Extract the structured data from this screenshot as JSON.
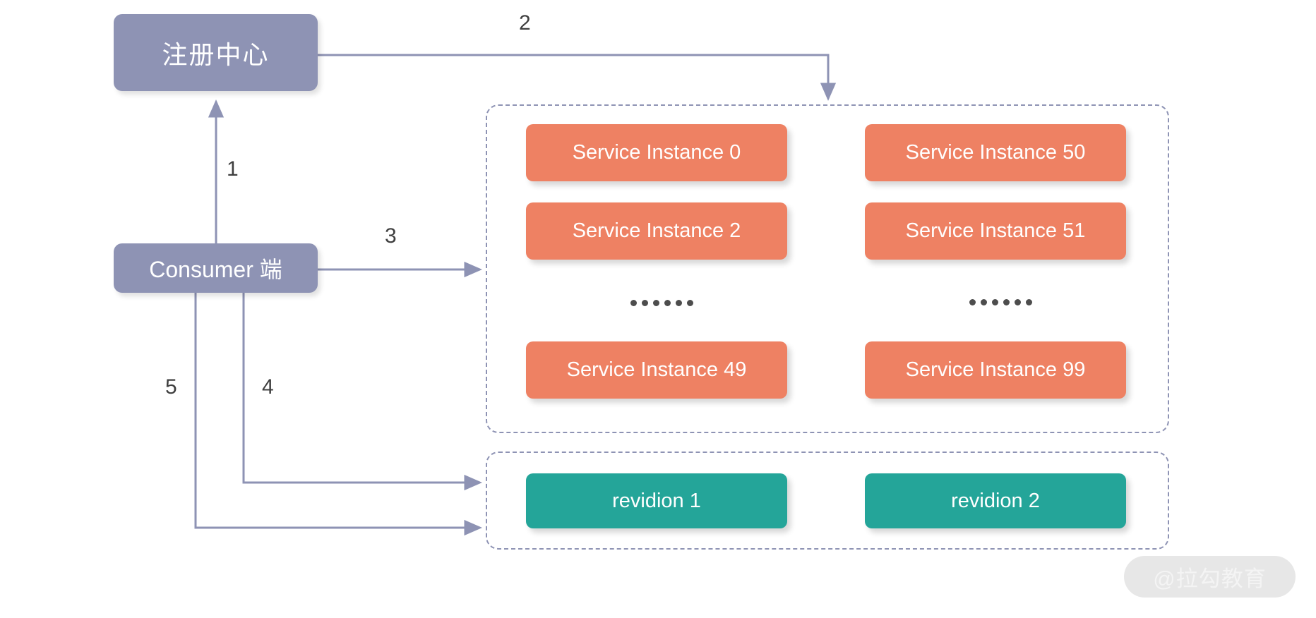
{
  "diagram": {
    "title": "Dubbo service discovery with registry, consumer, service instances and revisions",
    "colors": {
      "node": "#8e93b4",
      "instance": "#ee8163",
      "revision": "#24a599",
      "edge": "#8e93b4",
      "label": "#3f3f3f",
      "background": "#ffffff",
      "dot": "#4d4d4d",
      "watermark_pill": "#e7e7e7",
      "watermark_text": "#f4f4f4"
    }
  },
  "nodes": {
    "registry": {
      "label": "注册中心"
    },
    "consumer": {
      "label": "Consumer 端"
    }
  },
  "groups": {
    "instances": {
      "name": "service-instances-group",
      "columns": [
        {
          "name": "left-column",
          "items": [
            {
              "label": "Service Instance 0"
            },
            {
              "label": "Service Instance 2"
            }
          ],
          "ellipsis": "......",
          "tail": {
            "label": "Service Instance 49"
          }
        },
        {
          "name": "right-column",
          "items": [
            {
              "label": "Service Instance 50"
            },
            {
              "label": "Service Instance 51"
            }
          ],
          "ellipsis": "......",
          "tail": {
            "label": "Service Instance 99"
          }
        }
      ]
    },
    "revisions": {
      "name": "revisions-group",
      "items": [
        {
          "label": "revidion 1"
        },
        {
          "label": "revidion 2"
        }
      ]
    }
  },
  "edges": [
    {
      "id": "edge-1",
      "label": "1",
      "from": "consumer",
      "to": "registry"
    },
    {
      "id": "edge-2",
      "label": "2",
      "from": "registry",
      "to": "instances-group"
    },
    {
      "id": "edge-3",
      "label": "3",
      "from": "consumer",
      "to": "instances-group"
    },
    {
      "id": "edge-4",
      "label": "4",
      "from": "consumer",
      "to": "revisions-group"
    },
    {
      "id": "edge-5",
      "label": "5",
      "from": "consumer",
      "to": "revisions-group"
    }
  ],
  "watermark": {
    "text": "@拉勾教育"
  }
}
